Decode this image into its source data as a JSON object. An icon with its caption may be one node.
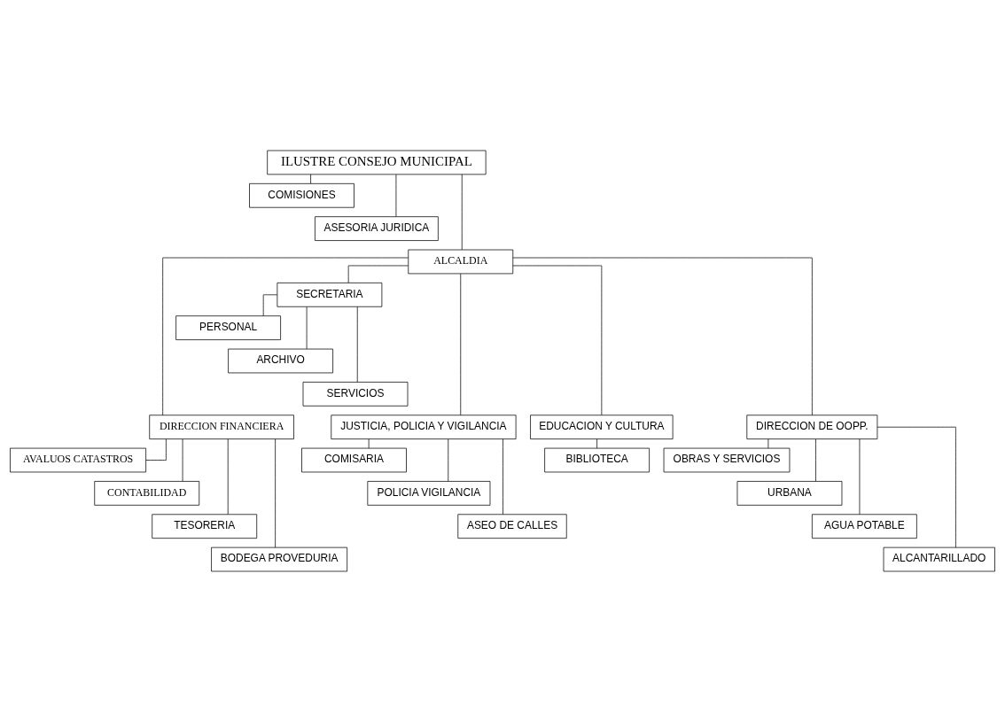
{
  "diagram": {
    "nodes": [
      {
        "text": [
          "ILUSTRE CONSEJO MUNICIPAL"
        ]
      },
      {
        "text": [
          "COMISIONES"
        ]
      },
      {
        "text": [
          "ASESORIA JURIDICA"
        ]
      },
      {
        "text": [
          "ALCALDIA"
        ]
      },
      {
        "text": [
          "SECRETARIA"
        ]
      },
      {
        "text": [
          "PERSONAL"
        ]
      },
      {
        "text": [
          "ARCHIVO"
        ]
      },
      {
        "text": [
          "SERVICIOS"
        ]
      },
      {
        "text": [
          "DIRECCION FINANCIERA"
        ]
      },
      {
        "text": [
          "JUSTICIA, POLICIA Y VIGILANCIA"
        ]
      },
      {
        "text": [
          "EDUCACION Y CULTURA"
        ]
      },
      {
        "text": [
          "DIRECCION DE OOPP."
        ]
      },
      {
        "text": [
          "AVALUOS CATASTROS"
        ]
      },
      {
        "text": [
          "CONTABILIDAD"
        ]
      },
      {
        "text": [
          "TESORERIA"
        ]
      },
      {
        "text": [
          "BODEGA PROVEDURIA"
        ]
      },
      {
        "text": [
          "COMISARIA"
        ]
      },
      {
        "text": [
          "POLICIA VIGILANCIA"
        ]
      },
      {
        "text": [
          "ASEO DE CALLES"
        ]
      },
      {
        "text": [
          "BIBLIOTECA"
        ]
      },
      {
        "text": [
          "OBRAS Y SERVICIOS"
        ]
      },
      {
        "text": [
          "URBANA"
        ]
      },
      {
        "text": [
          "AGUA POTABLE"
        ]
      },
      {
        "text": [
          "ALCANTARILLADO"
        ]
      }
    ],
    "edges": [
      {
        "from": 0,
        "to": 1,
        "arrow": "none"
      },
      {
        "from": 0,
        "to": 2,
        "arrow": "none"
      },
      {
        "from": 0,
        "to": 3,
        "arrow": "none"
      },
      {
        "from": 3,
        "to": 4,
        "arrow": "none"
      },
      {
        "from": 4,
        "to": 5,
        "arrow": "none"
      },
      {
        "from": 4,
        "to": 6,
        "arrow": "none"
      },
      {
        "from": 4,
        "to": 7,
        "arrow": "none"
      },
      {
        "from": 3,
        "to": 8,
        "arrow": "none"
      },
      {
        "from": 3,
        "to": 9,
        "arrow": "none"
      },
      {
        "from": 3,
        "to": 10,
        "arrow": "none"
      },
      {
        "from": 3,
        "to": 11,
        "arrow": "none"
      },
      {
        "from": 8,
        "to": 12,
        "arrow": "none"
      },
      {
        "from": 8,
        "to": 13,
        "arrow": "none"
      },
      {
        "from": 8,
        "to": 14,
        "arrow": "none"
      },
      {
        "from": 8,
        "to": 15,
        "arrow": "none"
      },
      {
        "from": 9,
        "to": 16,
        "arrow": "none"
      },
      {
        "from": 9,
        "to": 17,
        "arrow": "none"
      },
      {
        "from": 9,
        "to": 18,
        "arrow": "none"
      },
      {
        "from": 10,
        "to": 19,
        "arrow": "none"
      },
      {
        "from": 11,
        "to": 20,
        "arrow": "none"
      },
      {
        "from": 11,
        "to": 21,
        "arrow": "none"
      },
      {
        "from": 11,
        "to": 22,
        "arrow": "none"
      },
      {
        "from": 11,
        "to": 23,
        "arrow": "none"
      }
    ]
  }
}
